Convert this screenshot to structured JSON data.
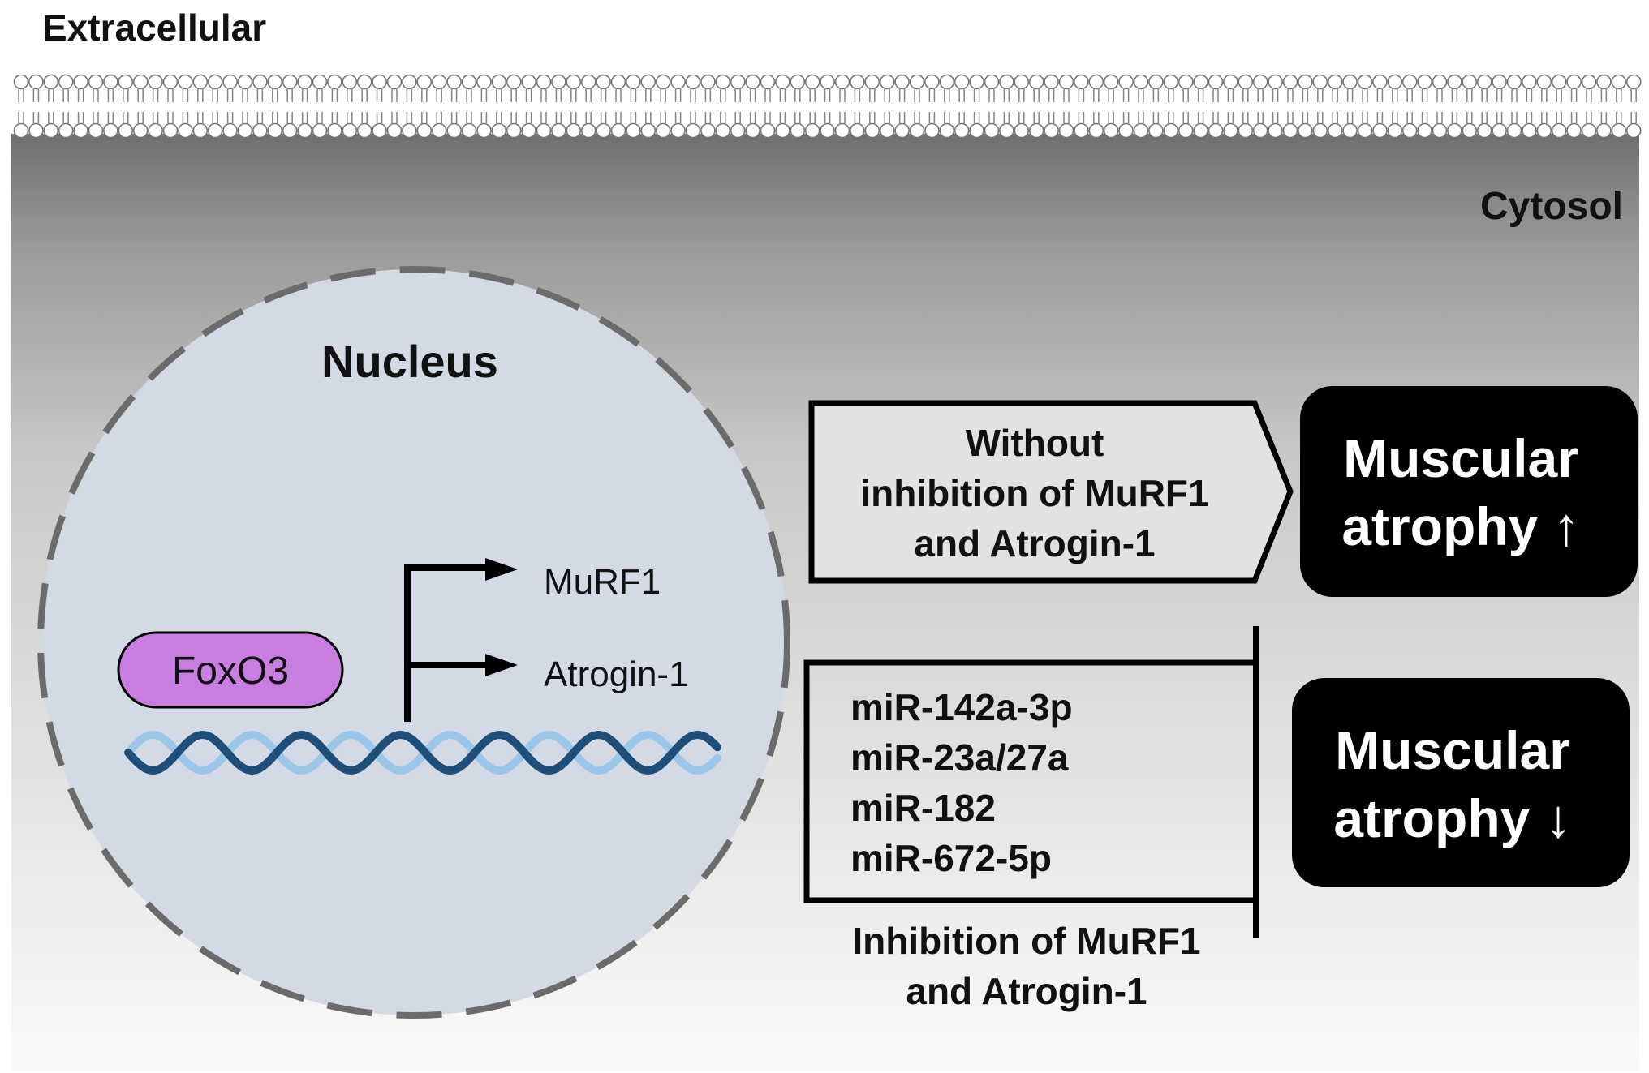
{
  "labels": {
    "extracellular": "Extracellular",
    "cytosol": "Cytosol",
    "nucleus": "Nucleus",
    "foxo3": "FoxO3",
    "murf1": "MuRF1",
    "atrogin1": "Atrogin-1"
  },
  "without_box": {
    "lines": [
      "Without",
      "inhibition of MuRF1",
      "and Atrogin-1"
    ]
  },
  "mirna_box": {
    "items": [
      "miR-142a-3p",
      "miR-23a/27a",
      "miR-182",
      "miR-672-5p"
    ],
    "caption_lines": [
      "Inhibition of MuRF1",
      "and Atrogin-1"
    ]
  },
  "outcome_up": {
    "lines": [
      "Muscular",
      "atrophy ↑"
    ]
  },
  "outcome_down": {
    "lines": [
      "Muscular",
      "atrophy ↓"
    ]
  },
  "colors": {
    "foxo3_fill": "#c77ee0",
    "nucleus_fill": "#d4d9e6",
    "nucleus_border": "#6b6b6b",
    "dna_dark": "#1f4e79",
    "dna_light": "#9cc6e8",
    "outcome_fill": "#000000",
    "outcome_text": "#ffffff"
  }
}
